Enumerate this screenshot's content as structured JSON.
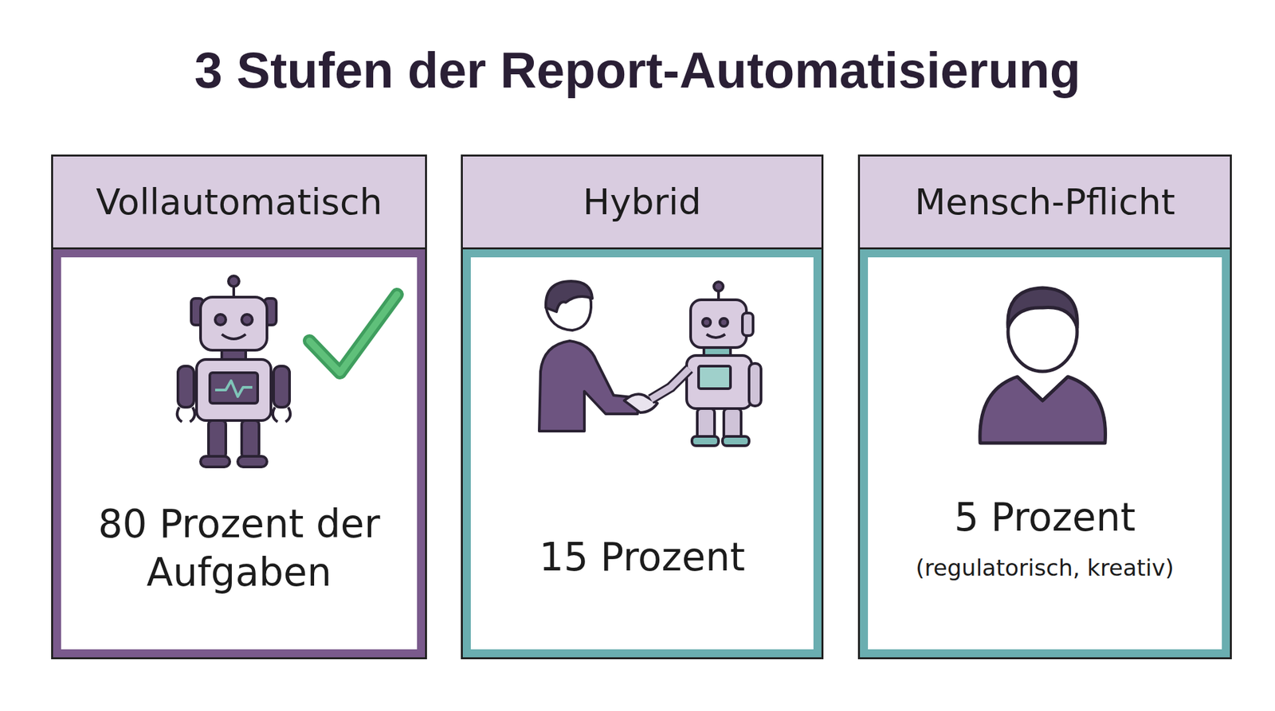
{
  "diagram": {
    "title": "3 Stufen der Report-Automatisierung",
    "nodes": [
      {
        "text": [
          "Vollautomatisch",
          "80 Prozent der Aufgaben"
        ]
      },
      {
        "text": [
          "Hybrid",
          "15 Prozent"
        ]
      },
      {
        "text": [
          "Mensch-Pflicht",
          "5 Prozent",
          "(regulatorisch, kreativ)"
        ]
      }
    ]
  }
}
